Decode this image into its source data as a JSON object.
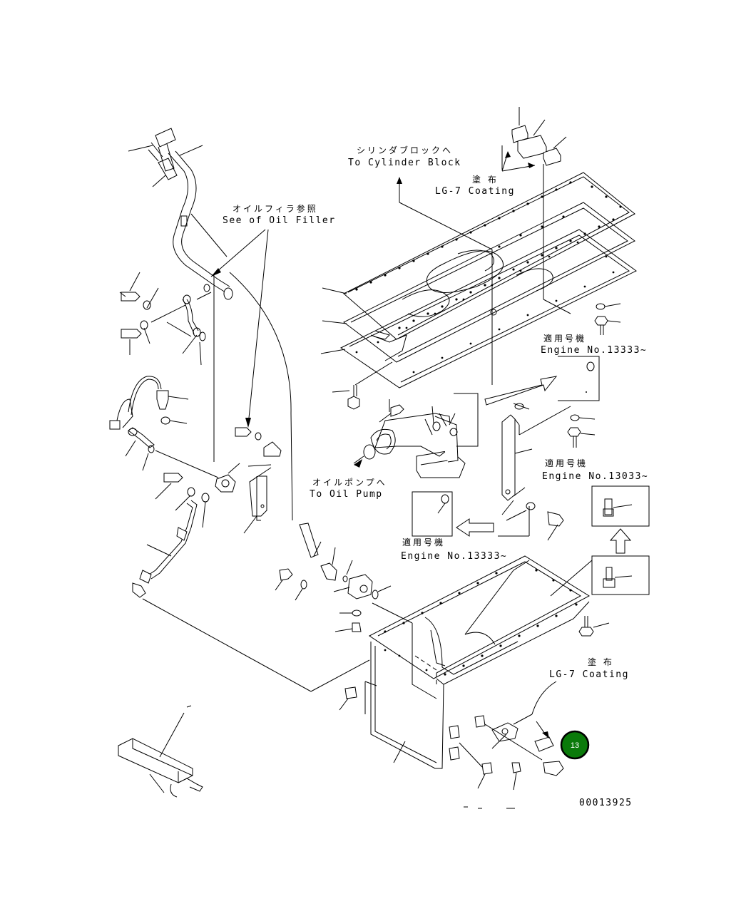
{
  "labels": {
    "cylinder_block_jp": "シリンダブロックへ",
    "cylinder_block_en": "To Cylinder Block",
    "coating_jp": "塗 布",
    "coating_en": "LG-7 Coating",
    "oil_filler_jp": "オイルフィラ参照",
    "oil_filler_en": "See of Oil Filler",
    "engine_jp": "適用号機",
    "engine_no_13333_a": "Engine No.13333~",
    "engine_no_13033": "Engine No.13033~",
    "engine_no_13333_b": "Engine No.13333~",
    "oil_pump_jp": "オイルポンプへ",
    "oil_pump_en": "To Oil Pump",
    "coating2_jp": "塗 布",
    "coating2_en": "LG-7 Coating",
    "drawing_number": "00013925"
  },
  "callout": {
    "number": "13",
    "color": "#0a7a0a"
  },
  "colors": {
    "line": "#000000",
    "background": "#ffffff"
  }
}
